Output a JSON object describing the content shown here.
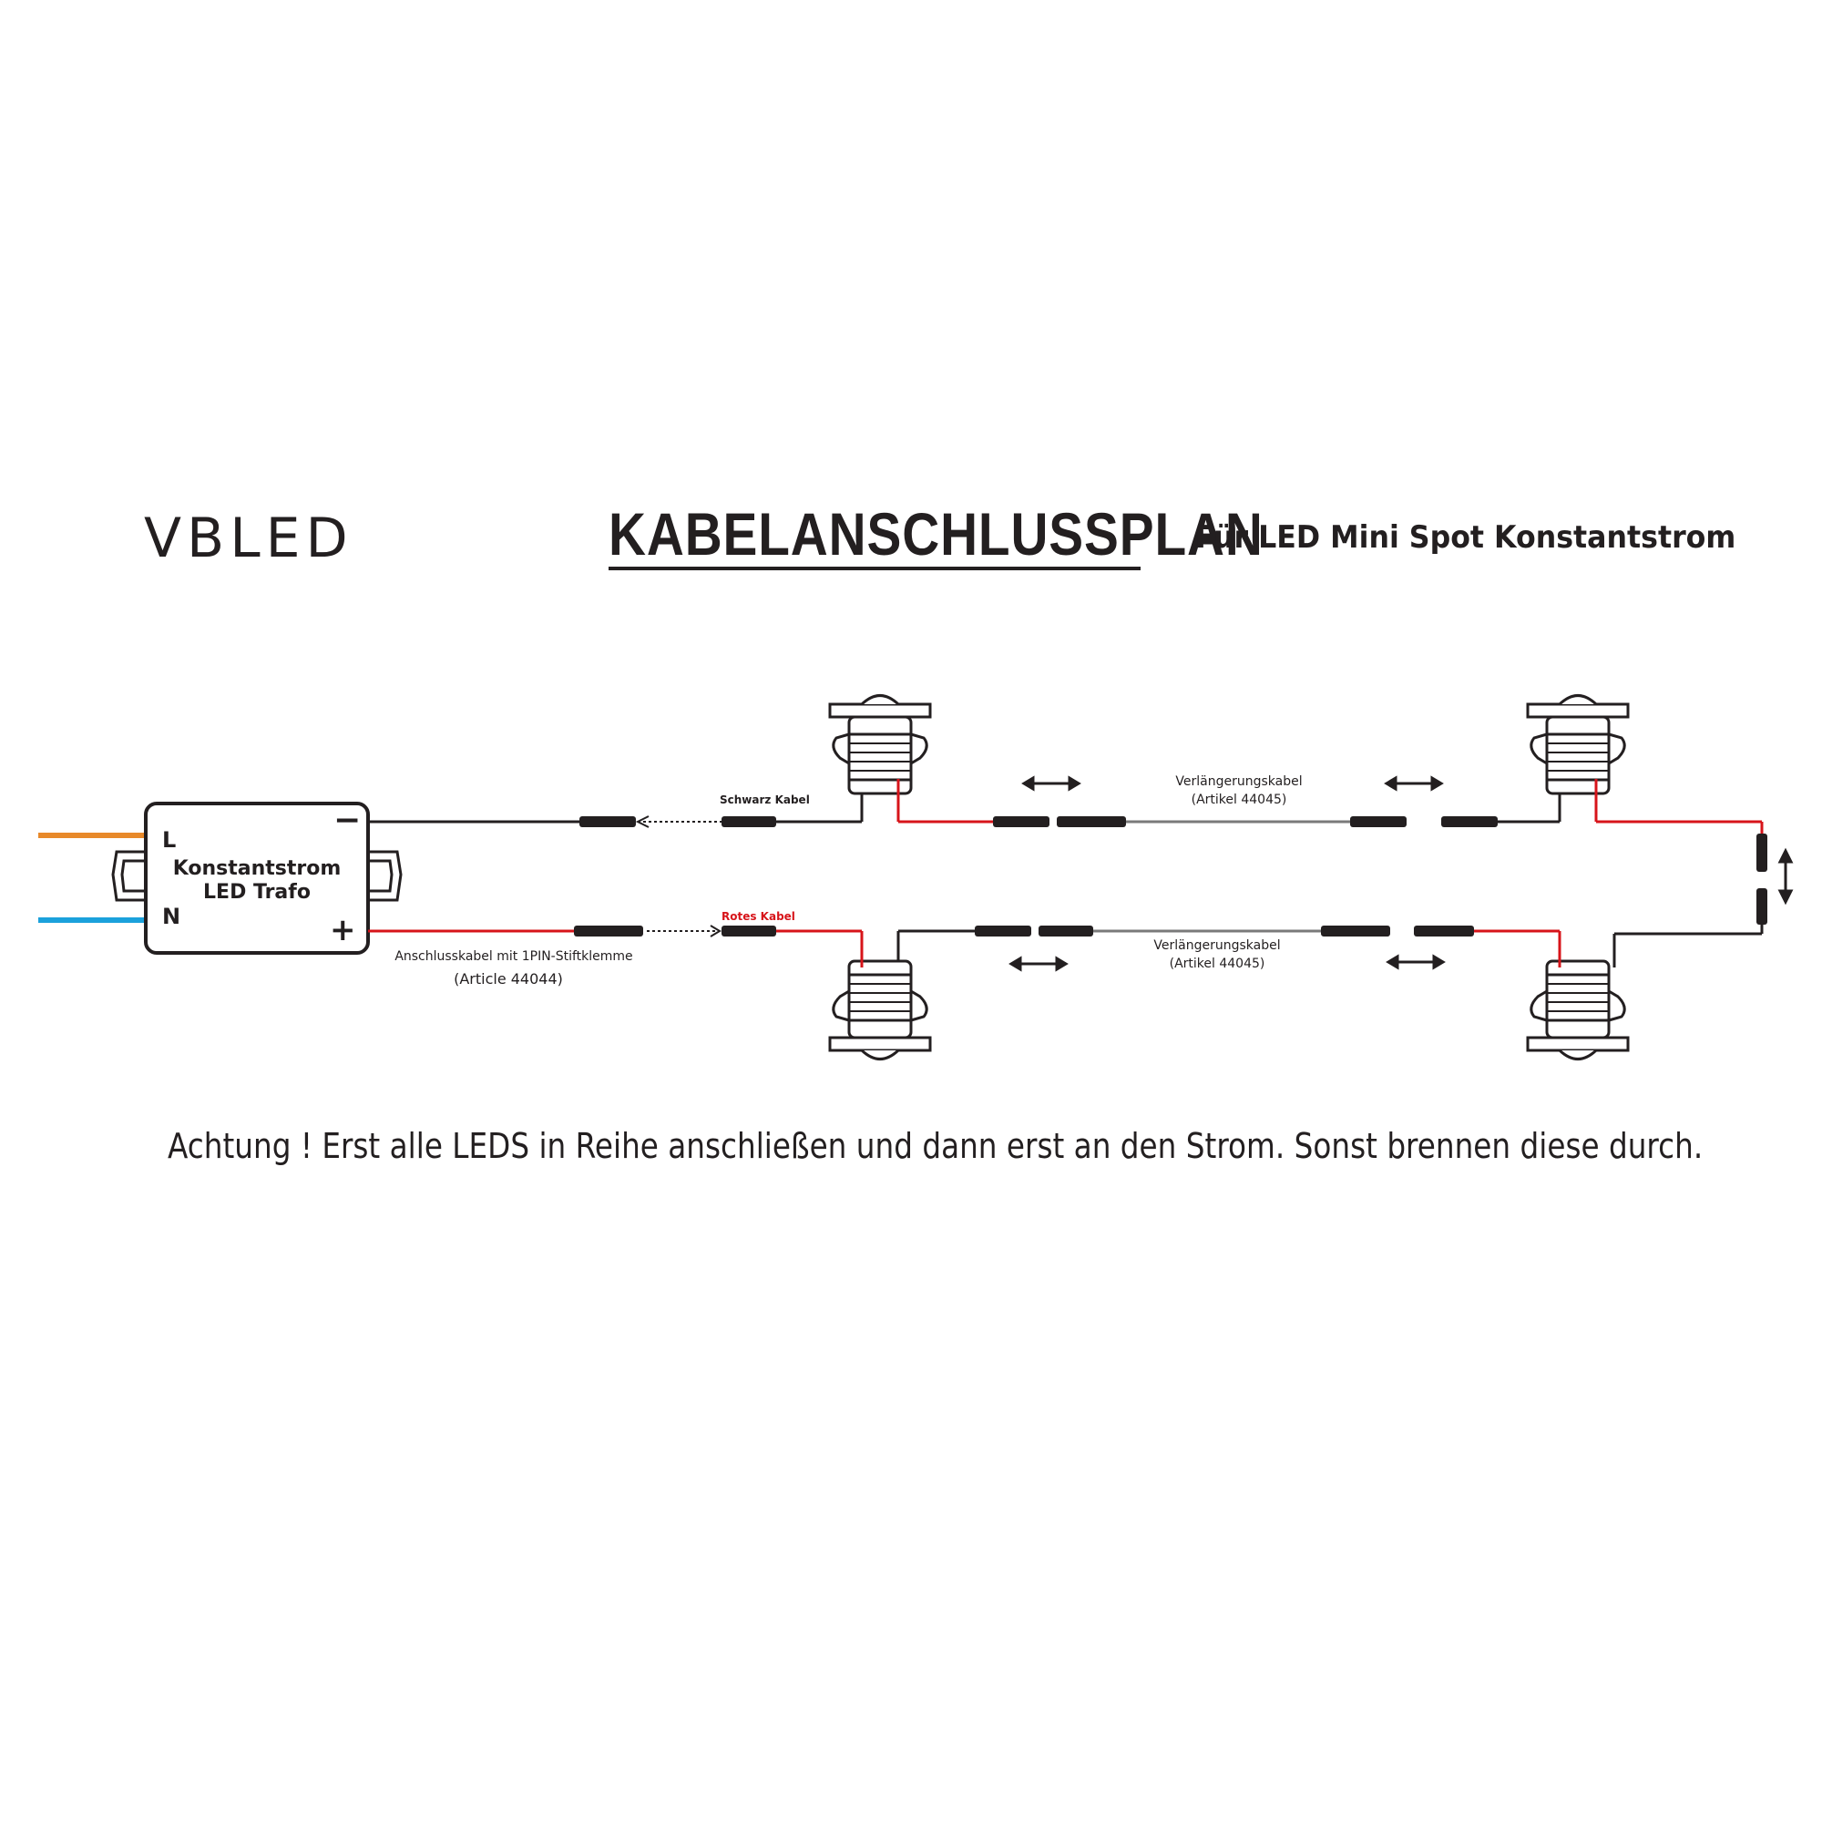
{
  "header": {
    "brand": "VBLED",
    "title": "KABELANSCHLUSSPLAN",
    "subtitle": "Für LED Mini Spot Konstantstrom"
  },
  "transformer": {
    "name_line1": "Konstantstrom",
    "name_line2": "LED Trafo",
    "terminal_l": "L",
    "terminal_n": "N",
    "terminal_minus": "−",
    "terminal_plus": "+"
  },
  "labels": {
    "black_cable": "Schwarz Kabel",
    "red_cable": "Rotes Kabel",
    "connection_cable": "Anschlusskabel mit 1PIN-Stiftklemme",
    "connection_article": "(Article 44044)",
    "extension_top": "Verlängerungskabel",
    "extension_top_article": "(Artikel 44045)",
    "extension_bottom": "Verlängerungskabel",
    "extension_bottom_article": "(Artikel 44045)"
  },
  "colors": {
    "black_wire": "#231f20",
    "red_wire": "#d7141a",
    "grey_wire": "#7a7a7a",
    "phase_wire": "#e8892a",
    "neutral_wire": "#1ba1dc"
  },
  "warning": "Achtung ! Erst alle LEDS in Reihe anschließen und dann erst an den Strom. Sonst brennen diese durch."
}
